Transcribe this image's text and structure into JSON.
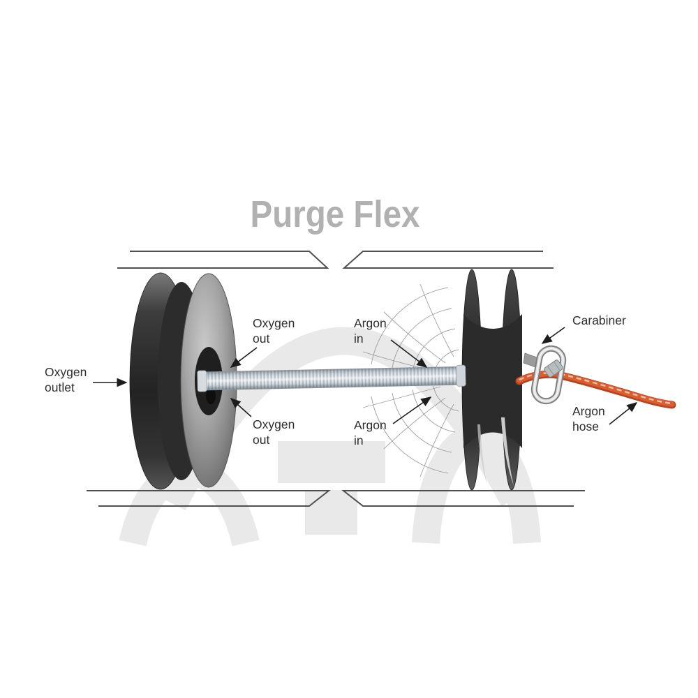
{
  "title": "Purge Flex",
  "labels": {
    "oxygen_outlet": "Oxygen\noutlet",
    "oxygen_out_top": "Oxygen\nout",
    "oxygen_out_bottom": "Oxygen\nout",
    "argon_in_top": "Argon\nin",
    "argon_in_bottom": "Argon\nin",
    "carabiner": "Carabiner",
    "argon_hose": "Argon\nhose"
  },
  "colors": {
    "title_gray": "#b1b1b1",
    "label_text": "#2e2e2e",
    "pipe_line": "#4f4f4f",
    "argon_hose_orange": "#c94d26",
    "watermark_gray": "#e9e9e9",
    "flex_hose_silver": "#dfe5ea"
  }
}
